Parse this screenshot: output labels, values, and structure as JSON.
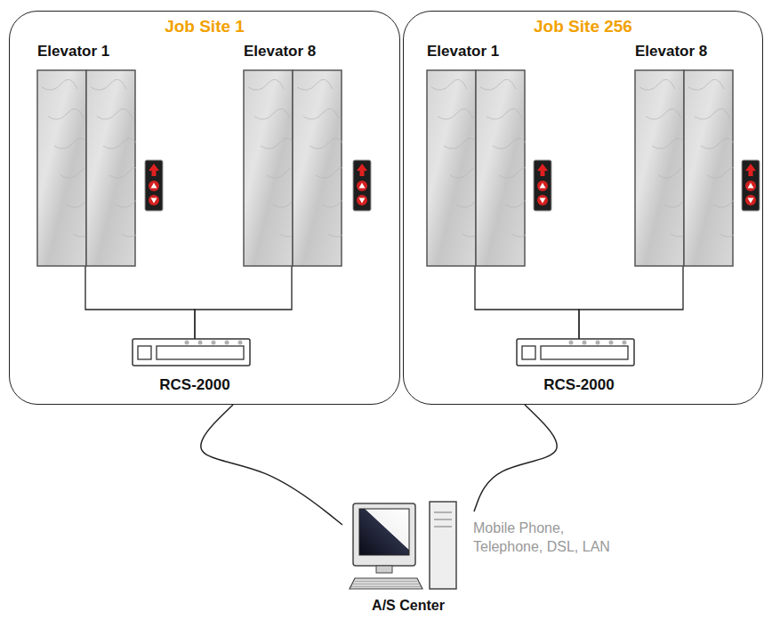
{
  "diagram": {
    "nodes": [
      {
        "text": [
          "Job Site 1"
        ]
      },
      {
        "text": [
          "Elevator 1"
        ],
        "in": 0
      },
      {
        "text": [
          "Elevator 8"
        ],
        "in": 0
      },
      {
        "text": [
          "RCS-2000"
        ],
        "in": 0
      },
      {
        "text": [
          "Job Site 256"
        ]
      },
      {
        "text": [
          "Elevator 1"
        ],
        "in": 4
      },
      {
        "text": [
          "Elevator 8"
        ],
        "in": 4
      },
      {
        "text": [
          "RCS-2000"
        ],
        "in": 4
      },
      {
        "text": [
          "A/S Center"
        ]
      }
    ],
    "edges": [
      {
        "from": 1,
        "to": 3,
        "arrow": "none"
      },
      {
        "from": 2,
        "to": 3,
        "arrow": "none"
      },
      {
        "from": 5,
        "to": 7,
        "arrow": "none"
      },
      {
        "from": 6,
        "to": 7,
        "arrow": "none"
      },
      {
        "from": 0,
        "to": 8,
        "arrow": "none"
      },
      {
        "from": 4,
        "to": 8,
        "arrow": "none"
      }
    ],
    "labels": [
      "Mobile Phone, Telephone, DSL, LAN"
    ]
  }
}
